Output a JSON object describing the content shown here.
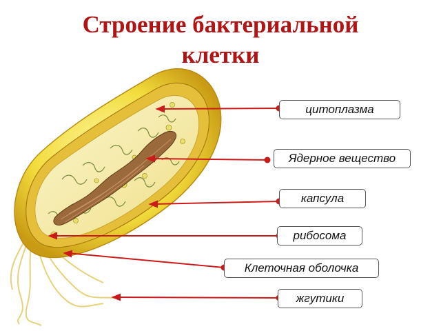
{
  "title": {
    "line1": "Строение бактериальной",
    "line2": "клетки"
  },
  "labels": [
    {
      "id": "cytoplasm",
      "text": "цитоплазма"
    },
    {
      "id": "nucleoid",
      "text": "Ядерное вещество"
    },
    {
      "id": "capsule",
      "text": "капсула"
    },
    {
      "id": "ribosome",
      "text": "рибосома"
    },
    {
      "id": "cell-wall",
      "text": "Клеточная оболочка"
    },
    {
      "id": "flagella",
      "text": "жгутики"
    }
  ],
  "colors": {
    "title": "#b01414",
    "pointer": "#cc1a1a",
    "capsule": "#f2dc3c",
    "wall": "#e0b52a",
    "cytoplasm": "#f7efb0",
    "nucleoid": "#9b6a3a"
  }
}
